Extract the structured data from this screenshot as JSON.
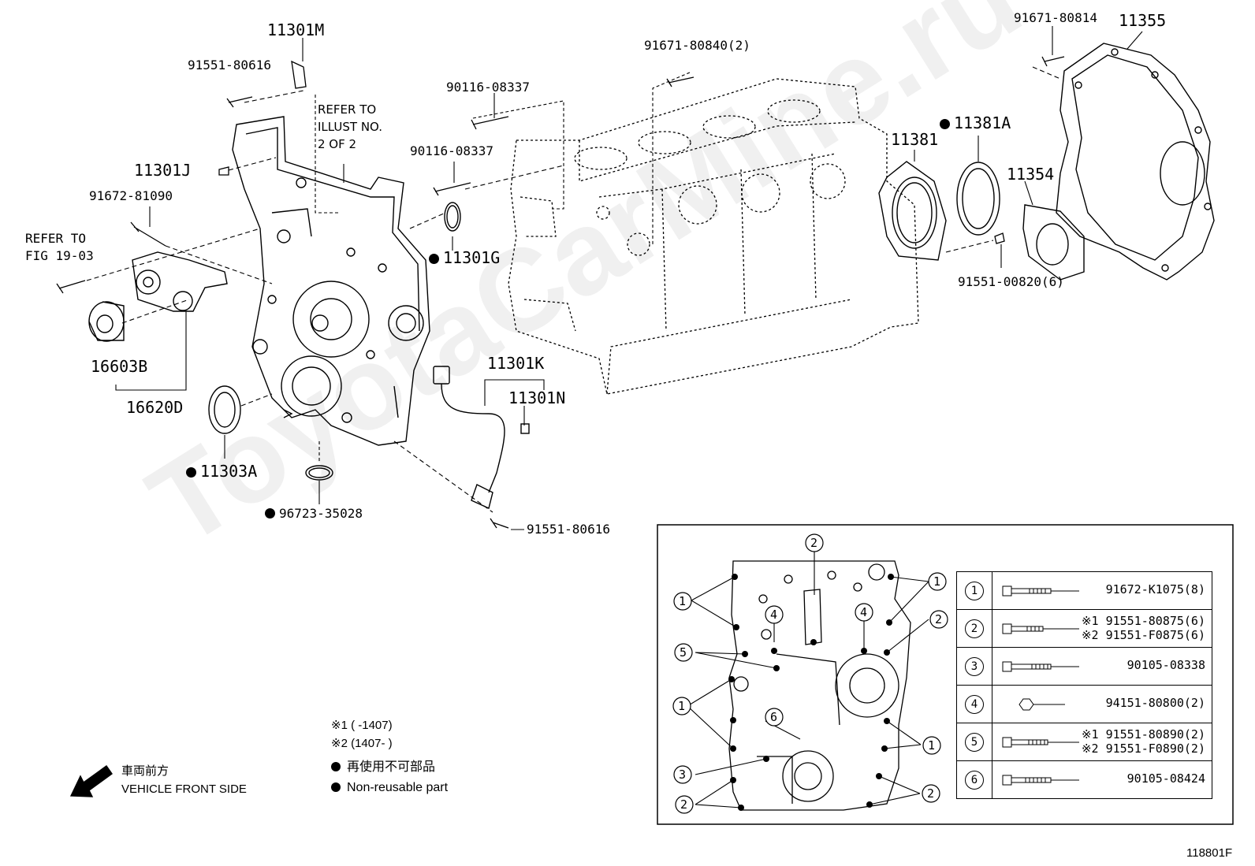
{
  "watermark": "ToyotaCarMine.ru",
  "figure_id": "118801F",
  "part_labels": {
    "p11301M": "11301M",
    "p91551_80616_top": "91551-80616",
    "refer_illust": [
      "REFER TO",
      "ILLUST NO.",
      "2 OF 2"
    ],
    "p11301J": "11301J",
    "p91672_81090": "91672-81090",
    "refer_fig": [
      "REFER TO",
      "FIG 19-03"
    ],
    "p16603B": "16603B",
    "p16620D": "16620D",
    "p11303A": "11303A",
    "p96723_35028": "96723-35028",
    "p90116_08337_a": "90116-08337",
    "p90116_08337_b": "90116-08337",
    "p11301G": "11301G",
    "p91671_80840": "91671-80840(2)",
    "p11301K": "11301K",
    "p11301N": "11301N",
    "p91551_80616_bot": "91551-80616",
    "p11381": "11381",
    "p11381A": "11381A",
    "p11354": "11354",
    "p91551_00820": "91551-00820(6)",
    "p91671_80814": "91671-80814",
    "p11355": "11355"
  },
  "notes": {
    "n1": "※1 (      -1407)",
    "n2": "※2 (1407-      )",
    "reuse_jp": "再使用不可部品",
    "reuse_en": "Non-reusable part",
    "front_jp": "車両前方",
    "front_en": "VEHICLE FRONT SIDE"
  },
  "inset_callouts": [
    "1",
    "2",
    "3",
    "4",
    "5",
    "6"
  ],
  "legend": [
    {
      "num": "1",
      "lines": [
        "91672-K1075(8)"
      ]
    },
    {
      "num": "2",
      "lines": [
        "※1 91551-80875(6)",
        "※2 91551-F0875(6)"
      ]
    },
    {
      "num": "3",
      "lines": [
        "90105-08338"
      ]
    },
    {
      "num": "4",
      "lines": [
        "94151-80800(2)"
      ]
    },
    {
      "num": "5",
      "lines": [
        "※1 91551-80890(2)",
        "※2 91551-F0890(2)"
      ]
    },
    {
      "num": "6",
      "lines": [
        "90105-08424"
      ]
    }
  ]
}
